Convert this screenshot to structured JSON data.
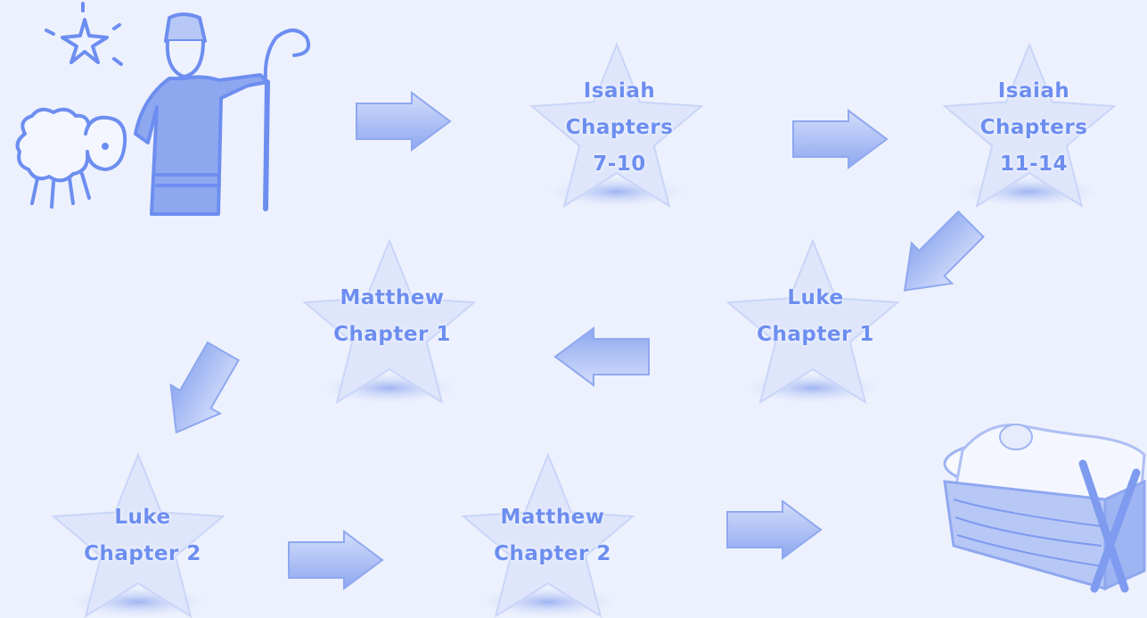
{
  "diagram": {
    "steps": [
      {
        "id": "isaiah-7-10",
        "lines": [
          "Isaiah",
          "Chapters",
          "7-10"
        ]
      },
      {
        "id": "isaiah-11-14",
        "lines": [
          "Isaiah",
          "Chapters",
          "11-14"
        ]
      },
      {
        "id": "luke-1",
        "lines": [
          "Luke",
          "Chapter 1"
        ]
      },
      {
        "id": "matthew-1",
        "lines": [
          "Matthew",
          "Chapter 1"
        ]
      },
      {
        "id": "luke-2",
        "lines": [
          "Luke",
          "Chapter 2"
        ]
      },
      {
        "id": "matthew-2",
        "lines": [
          "Matthew",
          "Chapter 2"
        ]
      }
    ],
    "start_icon": "shepherd-with-sheep-and-star-icon",
    "end_icon": "manger-with-baby-icon",
    "colors": {
      "background": "#edf1fd",
      "primary": "#6d8ef0",
      "star_fill": "#dfe6fb",
      "arrow_fill": "#aebff4"
    }
  }
}
